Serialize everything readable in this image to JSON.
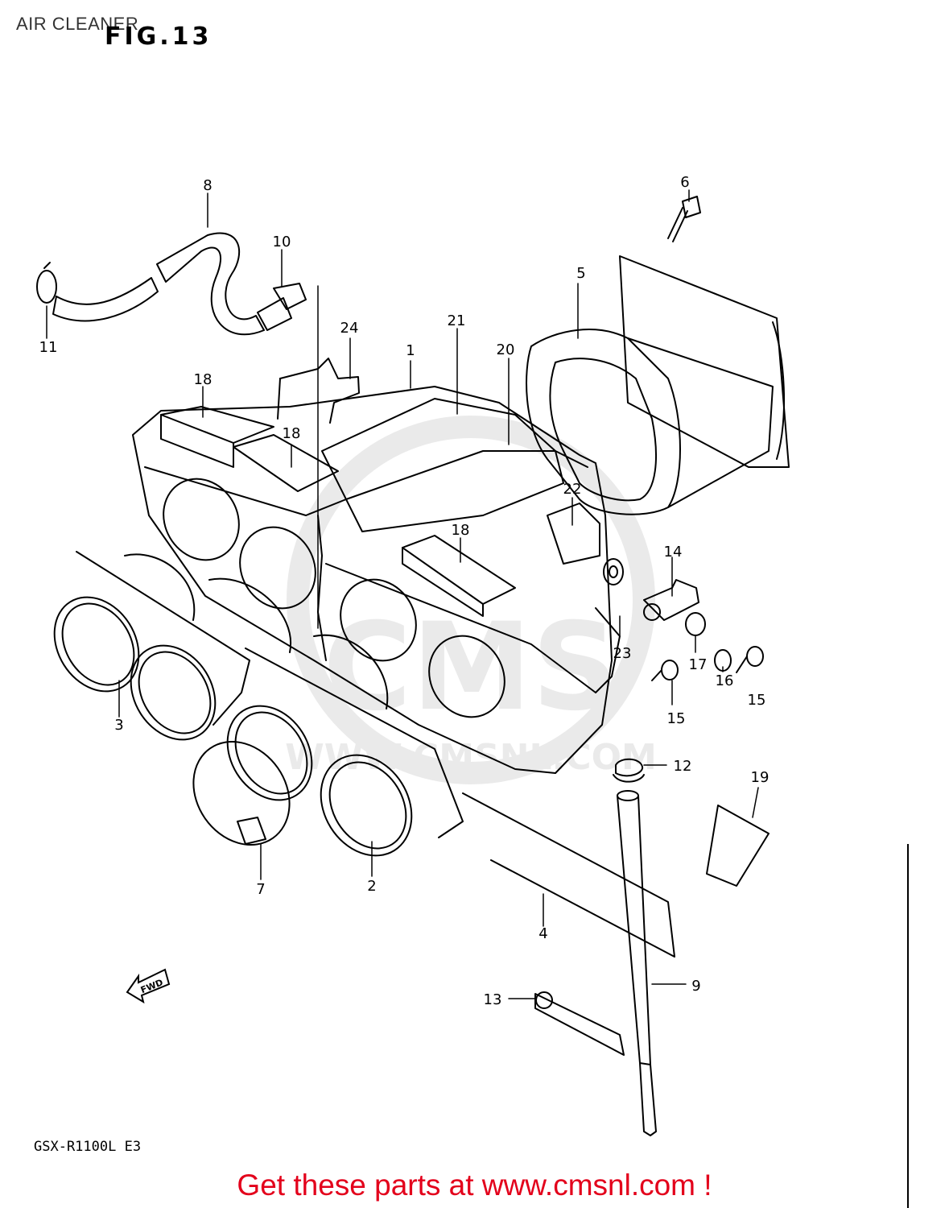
{
  "page": {
    "title": "AIR CLEANER",
    "figure_label": "FIG.13",
    "model_code": "GSX-R1100L  E3",
    "footer_text": "Get these parts at www.cmsnl.com !",
    "watermark_text": "WWW.CMSNL.COM",
    "watermark_logo": "CMS"
  },
  "direction_arrow": {
    "label": "FWD",
    "icon": "arrow-left-fwd-icon"
  },
  "callouts": [
    {
      "number": "1"
    },
    {
      "number": "2"
    },
    {
      "number": "3"
    },
    {
      "number": "4"
    },
    {
      "number": "5"
    },
    {
      "number": "6"
    },
    {
      "number": "7"
    },
    {
      "number": "8"
    },
    {
      "number": "9"
    },
    {
      "number": "10"
    },
    {
      "number": "11"
    },
    {
      "number": "12"
    },
    {
      "number": "13"
    },
    {
      "number": "14"
    },
    {
      "number": "15"
    },
    {
      "number": "15"
    },
    {
      "number": "16"
    },
    {
      "number": "17"
    },
    {
      "number": "18"
    },
    {
      "number": "18"
    },
    {
      "number": "18"
    },
    {
      "number": "19"
    },
    {
      "number": "20"
    },
    {
      "number": "21"
    },
    {
      "number": "22"
    },
    {
      "number": "23"
    },
    {
      "number": "24"
    }
  ],
  "colors": {
    "footer": "#e3001b",
    "line": "#000000",
    "watermark": "#d9d9d9"
  }
}
